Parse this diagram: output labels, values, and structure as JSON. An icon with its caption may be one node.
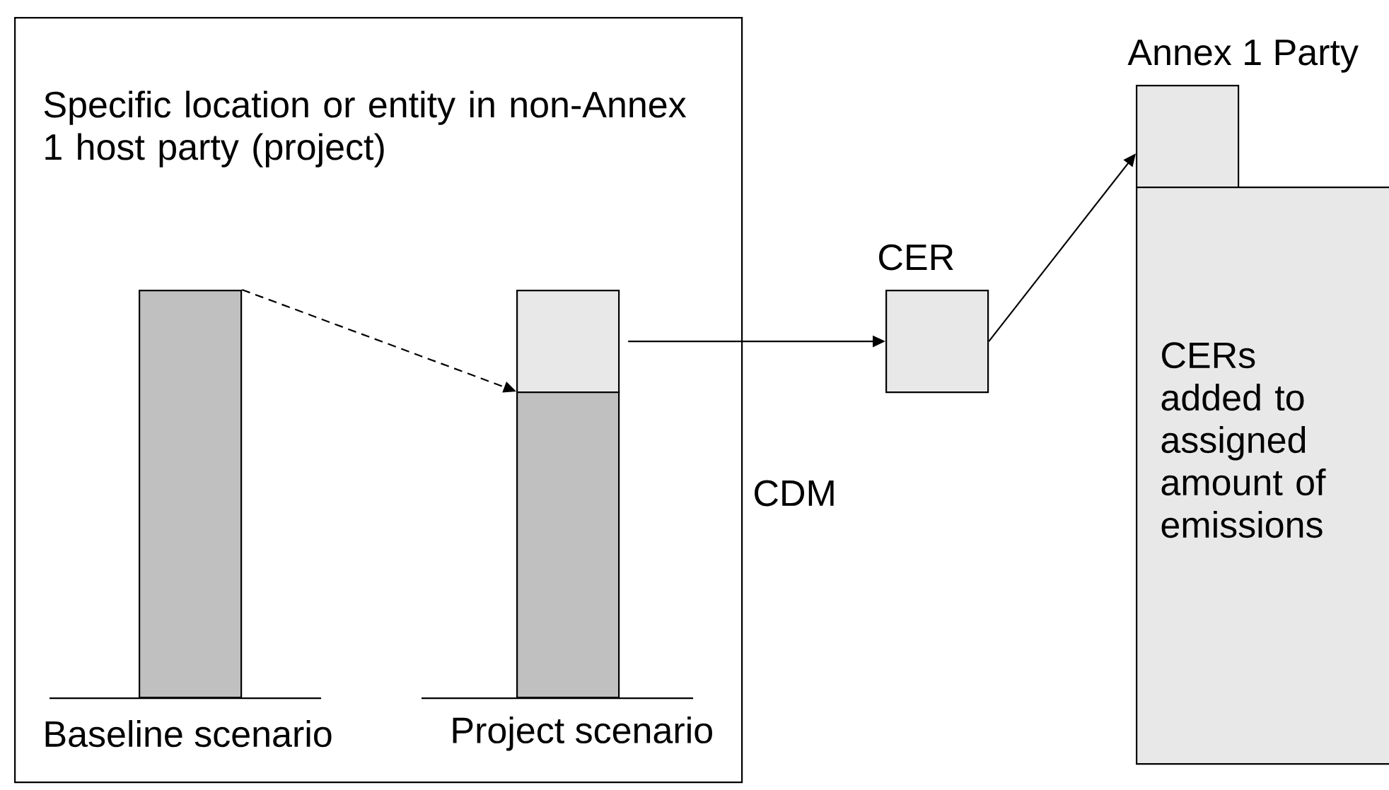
{
  "diagram": {
    "nodes": [
      {
        "text": [
          "Specific location or entity in non-Annex 1 host party (project)"
        ]
      },
      {
        "text": [],
        "shape": "bar",
        "in": 0,
        "beside": [
          "Baseline scenario"
        ]
      },
      {
        "text": [],
        "shape": "bar",
        "in": 0
      },
      {
        "text": [],
        "shape": "bar",
        "in": 0,
        "beside": [
          "Project scenario"
        ]
      },
      {
        "text": [
          "CER"
        ]
      },
      {
        "text": [
          "Annex 1 Party"
        ]
      },
      {
        "text": [
          "CERs added to assigned amount of emissions"
        ]
      }
    ],
    "edges": [
      {
        "from": 1,
        "to": 3,
        "arrow": "to",
        "style": "dashed"
      },
      {
        "from": 2,
        "to": 4,
        "arrow": "to"
      },
      {
        "from": 4,
        "to": 5,
        "arrow": "to"
      }
    ],
    "labels": [
      "CDM"
    ]
  }
}
